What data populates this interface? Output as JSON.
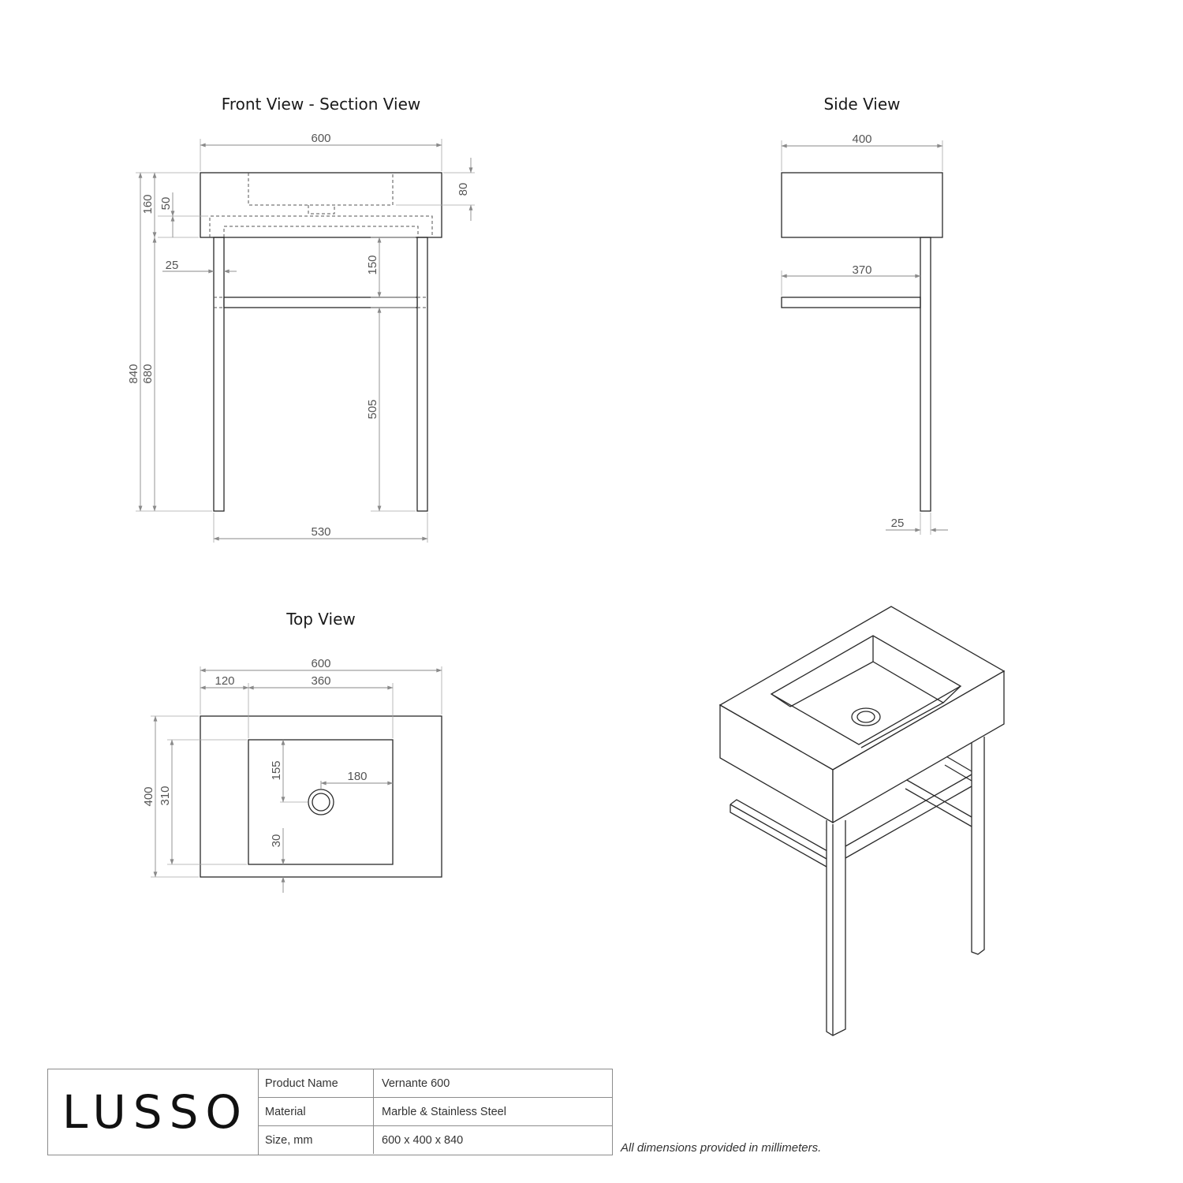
{
  "views": {
    "front": {
      "title": "Front View - Section View",
      "dims": {
        "width": "600",
        "top_height": "160",
        "basin_depth": "80",
        "top_offset": "50",
        "leg_inset": "25",
        "shelf_gap": "150",
        "total_height": "840",
        "leg_height": "680",
        "shelf_height": "505",
        "leg_span": "530"
      }
    },
    "side": {
      "title": "Side View",
      "dims": {
        "depth": "400",
        "rail_length": "370",
        "leg_size": "25"
      }
    },
    "top": {
      "title": "Top View",
      "dims": {
        "width": "600",
        "offset": "120",
        "basin_width": "360",
        "depth": "400",
        "basin_depth": "310",
        "waste_y": "155",
        "waste_x": "180",
        "front_rim": "30"
      }
    }
  },
  "title_block": {
    "logo": "LUSSO",
    "rows": [
      {
        "label": "Product Name",
        "value": "Vernante 600"
      },
      {
        "label": "Material",
        "value": "Marble & Stainless Steel"
      },
      {
        "label": "Size, mm",
        "value": "600 x 400 x 840"
      }
    ]
  },
  "footnote": "All dimensions provided in millimeters."
}
